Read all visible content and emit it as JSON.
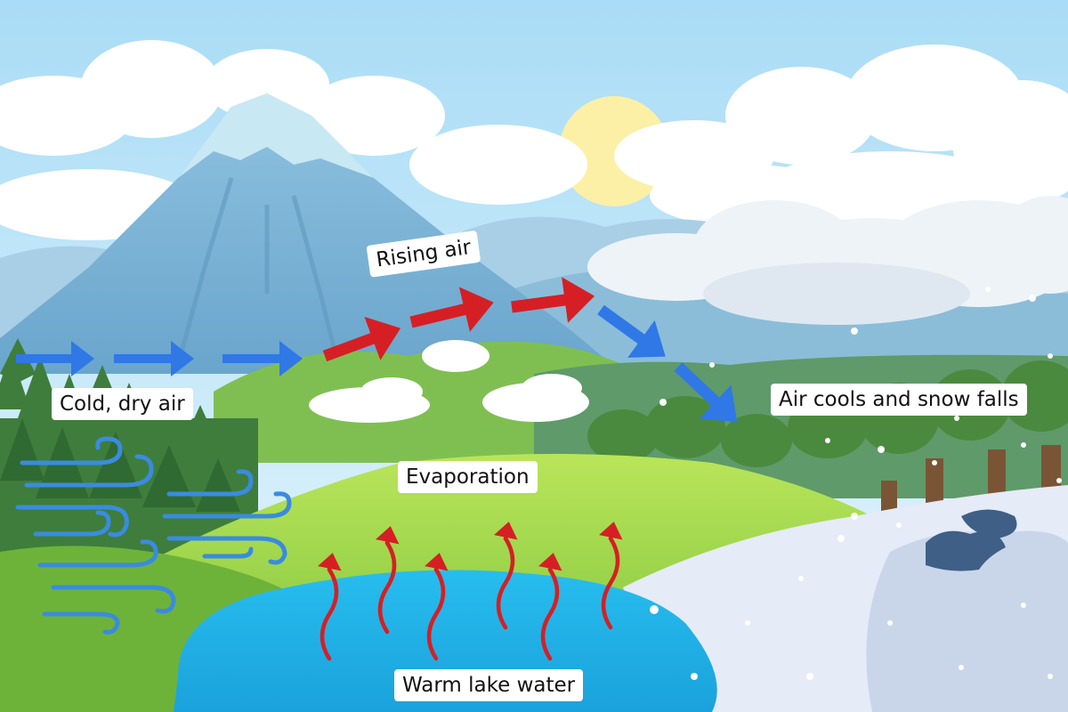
{
  "labels": {
    "cold_dry_air": "Cold, dry air",
    "rising_air": "Rising air",
    "air_cools": "Air cools and snow falls",
    "evaporation": "Evaporation",
    "warm_lake": "Warm lake water"
  },
  "colors": {
    "sky_top": "#a9dcf6",
    "sky_bottom": "#e6f6fd",
    "blue_arrow": "#2f78e6",
    "red_arrow": "#d61f24",
    "lake": "#1fb2e6",
    "wind": "#3a8be0",
    "sun": "#fbf0a6"
  }
}
